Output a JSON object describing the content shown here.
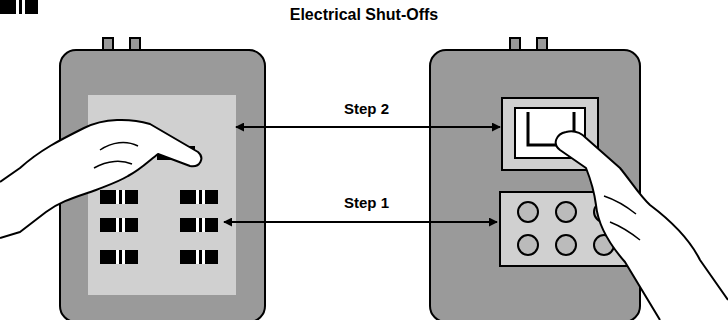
{
  "diagram": {
    "title": "Electrical Shut-Offs",
    "labels": [
      "Step 2",
      "Step 1"
    ]
  }
}
